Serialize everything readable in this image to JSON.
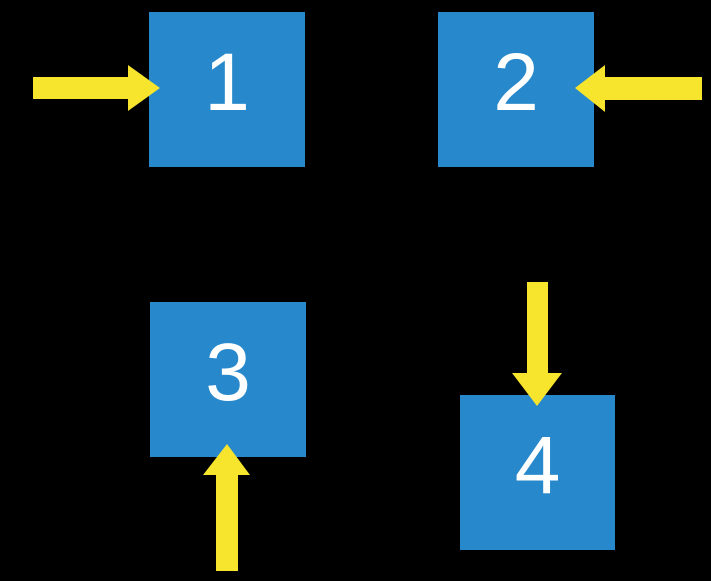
{
  "diagram": {
    "background": "#000000",
    "square_color": "#2789CB",
    "arrow_color": "#F6E42D",
    "label_color": "#FFFFFF",
    "squares": [
      {
        "label": "1",
        "arrow_direction": "right",
        "arrow_icon": "arrow-right-icon"
      },
      {
        "label": "2",
        "arrow_direction": "left",
        "arrow_icon": "arrow-left-icon"
      },
      {
        "label": "3",
        "arrow_direction": "up",
        "arrow_icon": "arrow-up-icon"
      },
      {
        "label": "4",
        "arrow_direction": "down",
        "arrow_icon": "arrow-down-icon"
      }
    ]
  }
}
